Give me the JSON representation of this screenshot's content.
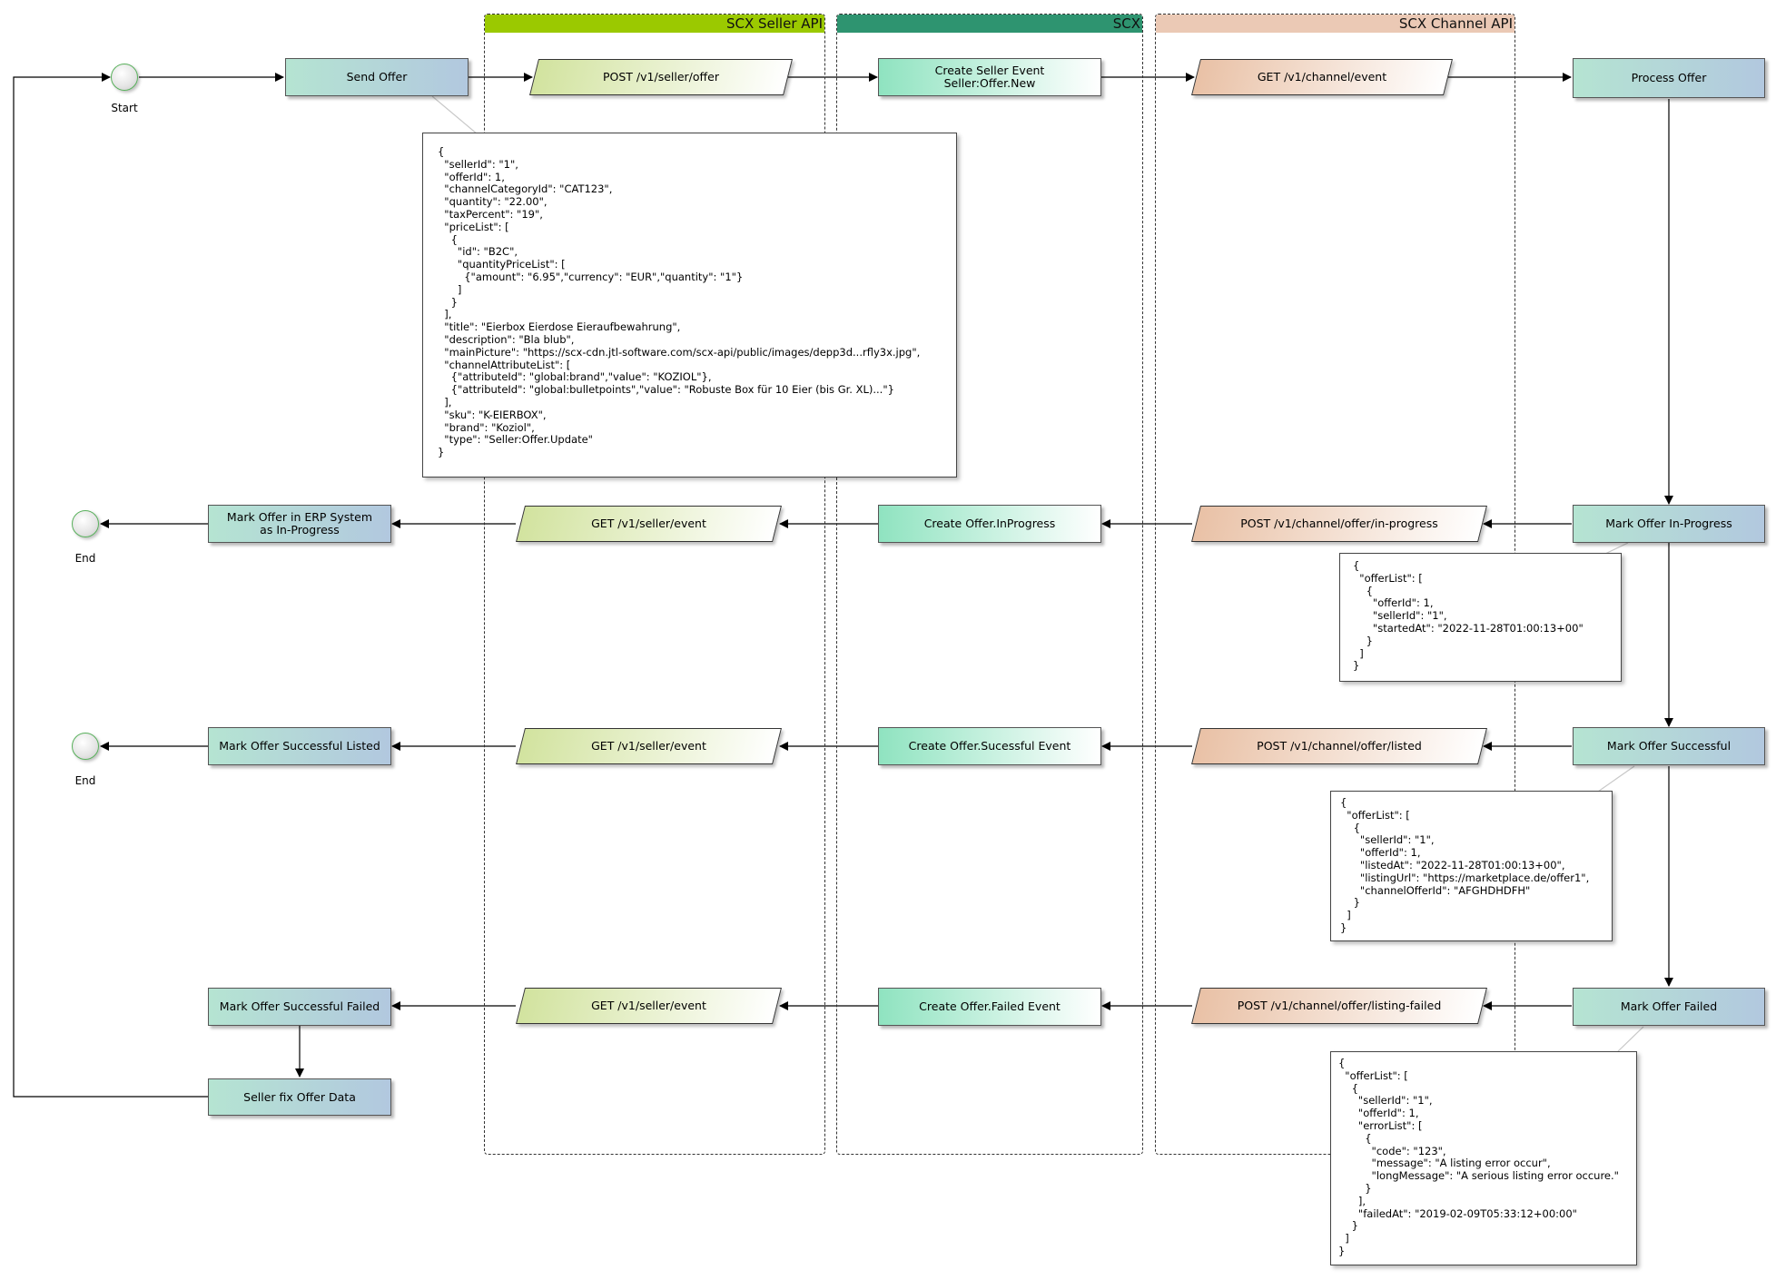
{
  "pools": {
    "seller_api": {
      "label": "SCX Seller API",
      "color": "#9bc900"
    },
    "scx": {
      "label": "SCX",
      "color": "#2e9470"
    },
    "channel_api": {
      "label": "SCX Channel API",
      "color": "#ebc9b5"
    }
  },
  "events": {
    "start_label": "Start",
    "end1_label": "End",
    "end2_label": "End"
  },
  "seller_tasks": {
    "send_offer": "Send Offer",
    "mark_erp_inprogress": "Mark Offer in ERP System\nas In-Progress",
    "mark_listed": "Mark Offer Successful Listed",
    "mark_failed": "Mark Offer Successful Failed",
    "fix_data": "Seller fix Offer Data"
  },
  "seller_api_nodes": {
    "post_offer": "POST /v1/seller/offer",
    "get_event_1": "GET /v1/seller/event",
    "get_event_2": "GET /v1/seller/event",
    "get_event_3": "GET /v1/seller/event"
  },
  "scx_nodes": {
    "create_seller_event": "Create Seller Event\nSeller:Offer.New",
    "create_inprogress": "Create Offer.InProgress",
    "create_successful": "Create Offer.Sucessful Event",
    "create_failed": "Create Offer.Failed Event"
  },
  "channel_api_nodes": {
    "get_channel_event": "GET /v1/channel/event",
    "post_inprogress": "POST /v1/channel/offer/in-progress",
    "post_listed": "POST /v1/channel/offer/listed",
    "post_listing_failed": "POST /v1/channel/offer/listing-failed"
  },
  "channel_tasks": {
    "process_offer": "Process Offer",
    "mark_inprogress": "Mark Offer In-Progress",
    "mark_successful": "Mark Offer Successful",
    "mark_failed": "Mark Offer Failed"
  },
  "notes": {
    "send_offer_payload": "{\n  \"sellerId\": \"1\",\n  \"offerId\": 1,\n  \"channelCategoryId\": \"CAT123\",\n  \"quantity\": \"22.00\",\n  \"taxPercent\": \"19\",\n  \"priceList\": [\n    {\n      \"id\": \"B2C\",\n      \"quantityPriceList\": [\n        {\"amount\": \"6.95\",\"currency\": \"EUR\",\"quantity\": \"1\"}\n      ]\n    }\n  ],\n  \"title\": \"Eierbox Eierdose Eieraufbewahrung\",\n  \"description\": \"Bla blub\",\n  \"mainPicture\": \"https://scx-cdn.jtl-software.com/scx-api/public/images/depp3d...rfly3x.jpg\",\n  \"channelAttributeList\": [\n    {\"attributeId\": \"global:brand\",\"value\": \"KOZIOL\"},\n    {\"attributeId\": \"global:bulletpoints\",\"value\": \"Robuste Box für 10 Eier (bis Gr. XL)...\"}\n  ],\n  \"sku\": \"K-EIERBOX\",\n  \"brand\": \"Koziol\",\n  \"type\": \"Seller:Offer.Update\"\n}",
    "inprogress_payload": "{\n  \"offerList\": [\n    {\n      \"offerId\": 1,\n      \"sellerId\": \"1\",\n      \"startedAt\": \"2022-11-28T01:00:13+00\"\n    }\n  ]\n}",
    "listed_payload": "{\n  \"offerList\": [\n    {\n      \"sellerId\": \"1\",\n      \"offerId\": 1,\n      \"listedAt\": \"2022-11-28T01:00:13+00\",\n      \"listingUrl\": \"https://marketplace.de/offer1\",\n      \"channelOfferId\": \"AFGHDHDFH\"\n    }\n  ]\n}",
    "failed_payload": "{\n  \"offerList\": [\n    {\n      \"sellerId\": \"1\",\n      \"offerId\": 1,\n      \"errorList\": [\n        {\n          \"code\": \"123\",\n          \"message\": \"A listing error occur\",\n          \"longMessage\": \"A serious listing error occure.\"\n        }\n      ],\n      \"failedAt\": \"2019-02-09T05:33:12+00:00\"\n    }\n  ]\n}"
  }
}
